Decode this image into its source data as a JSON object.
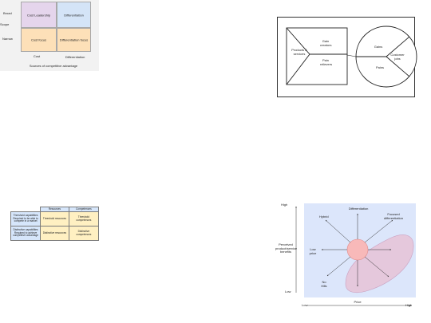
{
  "strategy_matrix": {
    "scope_label": "Scope",
    "rows": [
      "Broad",
      "Narrow"
    ],
    "cells": [
      "Cost Leadership",
      "Differentiation",
      "Cost focus",
      "Differentiation focus"
    ],
    "columns": [
      "Cost",
      "Differentiation"
    ],
    "footer": "Sources of competitive advantage",
    "colors": {
      "purple": "#e5d5ec",
      "blue": "#d4e4f7",
      "orange": "#fde0b8"
    }
  },
  "value_proposition": {
    "square": {
      "left": "Products & services",
      "top": "Gain creators",
      "bottom": "Pain relievers"
    },
    "circle": {
      "top": "Gains",
      "right": "Customer jobs",
      "bottom": "Pains"
    }
  },
  "resources_table": {
    "headers": [
      "Resources",
      "Competences"
    ],
    "rows": [
      {
        "label": "Threshold capabilities Required to be able to compete in a market",
        "resources": "Threshold resources",
        "competences": "Threshold competences"
      },
      {
        "label": "Distinctive capabilities Required to achieve competitive advantage",
        "resources": "Distinctive resources",
        "competences": "Distinctive competences"
      }
    ]
  },
  "strategy_clock": {
    "y_axis": {
      "high": "High",
      "title": "Perceived product/service benefits",
      "low": "Low"
    },
    "x_axis": {
      "low": "Low",
      "title": "Price",
      "high": "High"
    },
    "positions": {
      "differentiation": "Differentiation",
      "focused": "Focused differentiation",
      "hybrid": "Hybrid",
      "low_price": "Low price",
      "no_frills": "No frills"
    },
    "colors": {
      "background": "#dce6fb",
      "center": "#f8b9b9",
      "failure_zone": "#e5c8dc"
    }
  }
}
